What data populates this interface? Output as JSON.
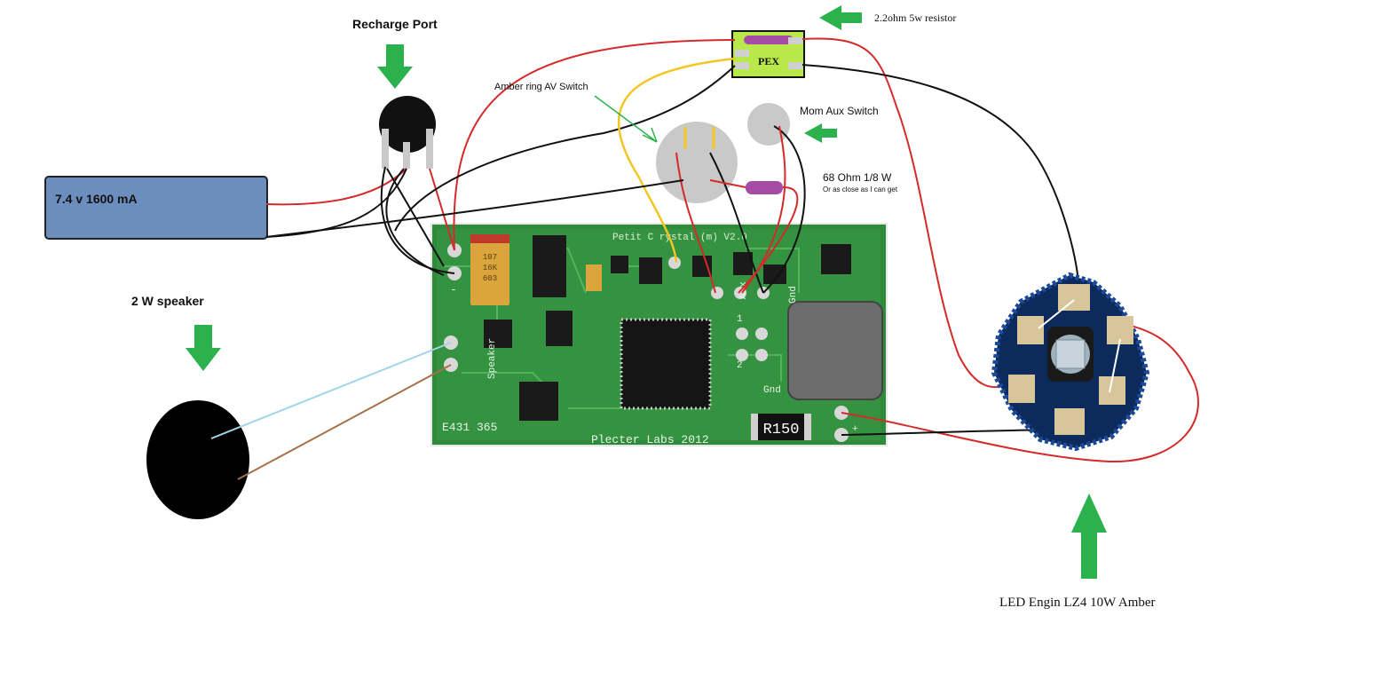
{
  "labels": {
    "recharge_port": "Recharge Port",
    "battery": "7.4 v  1600 mA",
    "speaker": "2 W speaker",
    "pex": "PEX",
    "resistor_5w": "2.2ohm 5w resistor",
    "amber_switch": "Amber ring AV Switch",
    "aux_switch": "Mom Aux Switch",
    "resistor_68": "68 Ohm 1/8 W",
    "resistor_68_note": "Or as close as I can get",
    "led": "LED Engin LZ4 10W Amber"
  },
  "board": {
    "title": "Petit C rystal (m) V2.0",
    "serial": "E431 365",
    "maker": "Plecter Labs 2012",
    "resistor_mark": "R150",
    "cap_mark_1": "107",
    "cap_mark_2": "16K",
    "cap_mark_3": "603",
    "pad_speaker": "Speaker",
    "pad_gnd": "Gnd",
    "pad_gnd2": "Gnd",
    "pad_aux": "Aux",
    "pad_1": "1",
    "pad_2": "2",
    "pad_minus": "-",
    "pad_plus": "+"
  },
  "colors": {
    "wire_red": "#d42a2a",
    "wire_black": "#111111",
    "wire_yellow": "#f3c623",
    "wire_blue": "#9fd6e6",
    "wire_brown": "#a5714a",
    "arrow_green": "#2bb24c",
    "battery_fill": "#6c8ebf",
    "pex_fill": "#b9e84a",
    "resistor_purple": "#a64ca6",
    "switch_gray": "#c9c9c9",
    "pcb_green": "#2f8a3c",
    "led_blue": "#0d2a5c",
    "led_pad": "#d8c59a"
  }
}
